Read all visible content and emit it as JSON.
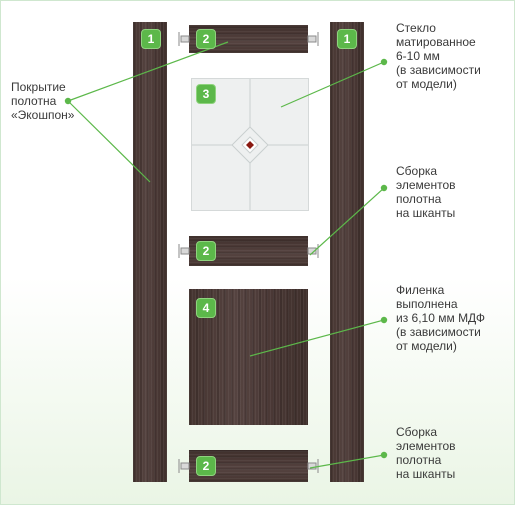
{
  "badges": {
    "stile": "1",
    "rail": "2",
    "glass": "3",
    "panel": "4"
  },
  "labels": {
    "coating": [
      "Покрытие",
      "полотна",
      "«Экошпон»"
    ],
    "glass": [
      "Стекло",
      "матированное",
      "6-10 мм",
      "(в зависимости",
      "от модели)"
    ],
    "assembly_top": [
      "Сборка",
      "элементов",
      "полотна",
      "на шканты"
    ],
    "panel": [
      "Филенка",
      "выполнена",
      "из 6,10 мм МДФ",
      "(в зависимости",
      "от модели)"
    ],
    "assembly_bottom": [
      "Сборка",
      "элементов",
      "полотна",
      "на шканты"
    ]
  },
  "colors": {
    "accent_green": "#5cb84a",
    "wood": "#4a3833",
    "glass": "#eef0f0"
  }
}
